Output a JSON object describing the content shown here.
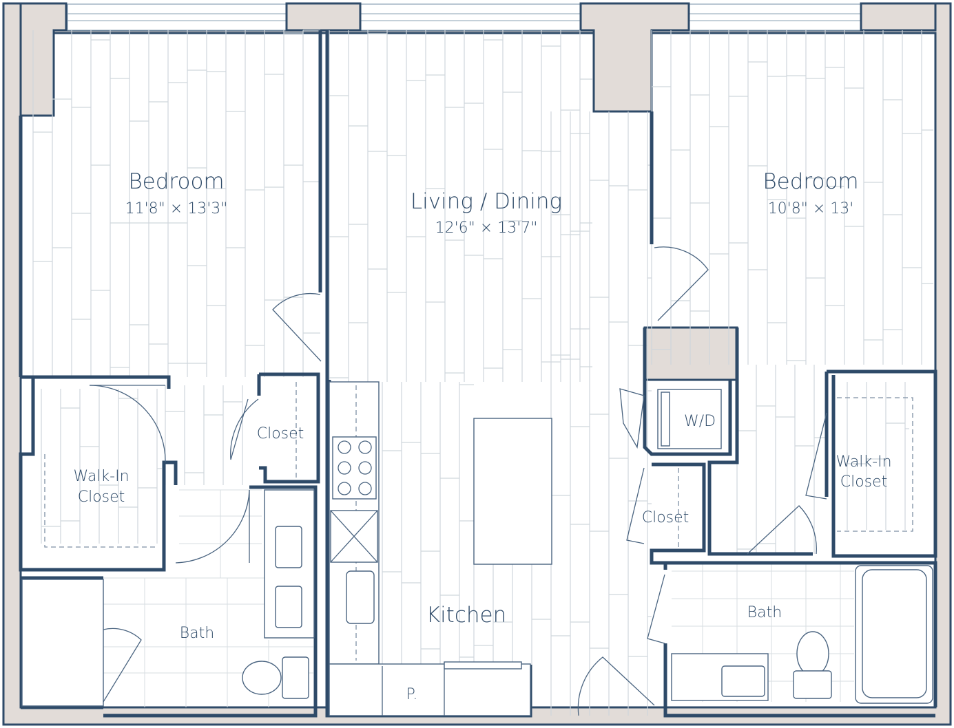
{
  "rooms": {
    "bedroom_left": {
      "name": "Bedroom",
      "size": "11'8\" × 13'3\""
    },
    "living": {
      "name": "Living / Dining",
      "size": "12'6\" × 13'7\""
    },
    "bedroom_right": {
      "name": "Bedroom",
      "size": "10'8\" × 13'"
    },
    "walkin_left": {
      "line1": "Walk-In",
      "line2": "Closet"
    },
    "walkin_right": {
      "line1": "Walk-In",
      "line2": "Closet"
    },
    "closet_left": "Closet",
    "closet_right": "Closet",
    "laundry": "W/D",
    "bath_left": "Bath",
    "bath_right": "Bath",
    "kitchen": "Kitchen",
    "pantry": "P."
  },
  "colors": {
    "wall": "#2e4a68",
    "structure": "#e2dcd8",
    "floor_lines": "#cfd6dc"
  }
}
